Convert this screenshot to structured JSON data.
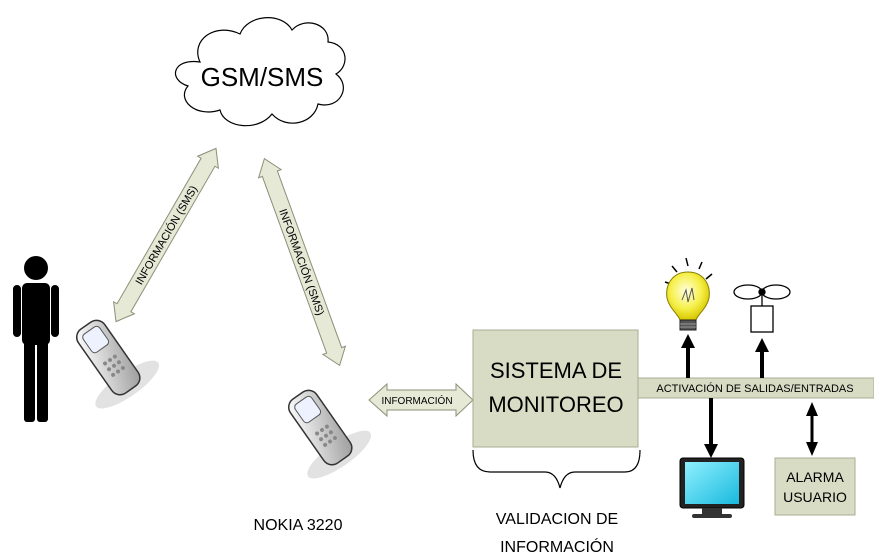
{
  "diagram": {
    "cloud_label": "GSM/SMS",
    "arrow_label_left": "INFORMACIÓN (SMS)",
    "arrow_label_right": "INFORMACIÓN (SMS)",
    "arrow_label_middle": "INFORMACIÓN",
    "system_label_line1": "SISTEMA DE",
    "system_label_line2": "MONITOREO",
    "bus_label": "ACTIVACIÓN DE SALIDAS/ENTRADAS",
    "phone_label": "NOKIA 3220",
    "validation_line1": "VALIDACION DE",
    "validation_line2": "INFORMACIÓN",
    "alarm_line1": "ALARMA",
    "alarm_line2": "USUARIO",
    "colors": {
      "box_fill": "#d8dcc4",
      "box_stroke": "#a9ad94",
      "arrow_fill": "#e6e9d6",
      "arrow_stroke": "#8c8f78",
      "bulb_yellow": "#f6f04a",
      "monitor_screen": "#3fd4ef"
    }
  }
}
